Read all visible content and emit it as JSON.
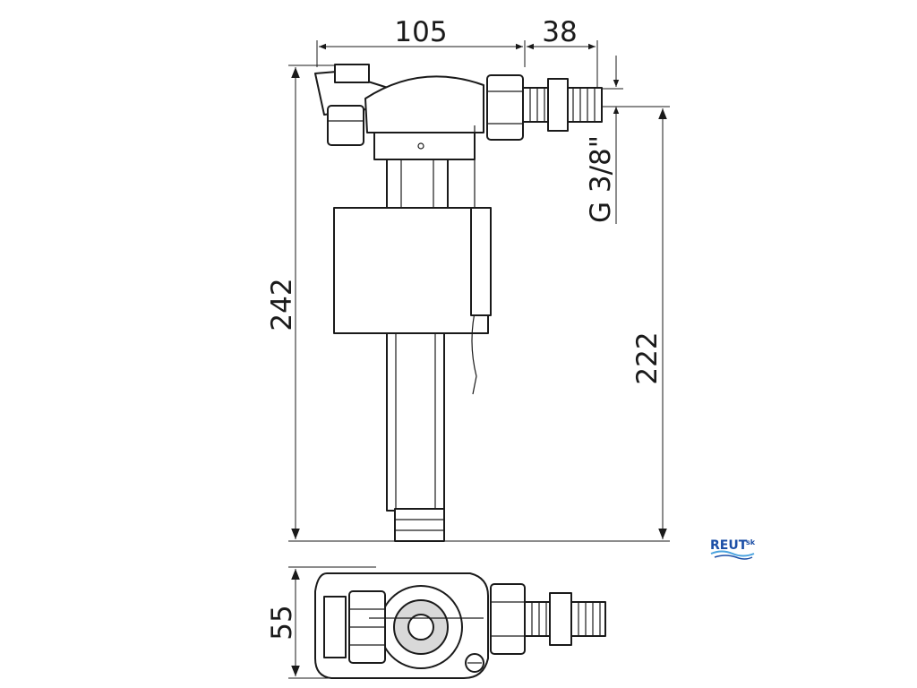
{
  "dimensions": {
    "width_body": "105",
    "width_thread": "38",
    "height_total": "242",
    "height_inlet": "222",
    "thread_size": "G 3/8\"",
    "depth_bottom_view": "55"
  },
  "logo": {
    "name": "REUT",
    "suffix": "sk",
    "color": "#1b4ea6"
  }
}
